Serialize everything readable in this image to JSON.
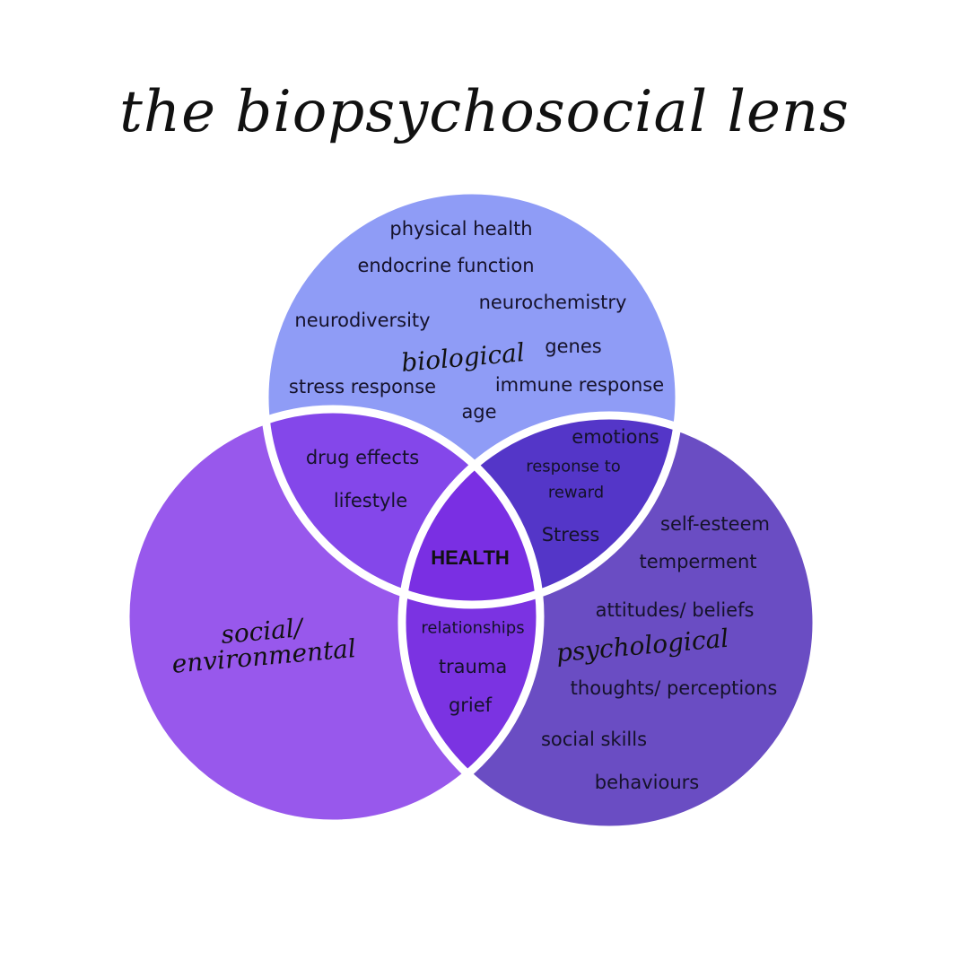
{
  "title": "the biopsychosocial lens",
  "colors": {
    "biological": "#8f9cf6",
    "social": "#9858ec",
    "psychological": "#6a4dc3",
    "bio_social": "#8447ea",
    "bio_psych": "#5436c8",
    "social_psych": "#7b33e2",
    "center": "#7a2fe3",
    "outline": "#ffffff"
  },
  "circles": {
    "biological": {
      "label": "biological",
      "items": [
        "physical health",
        "endocrine function",
        "neurochemistry",
        "neurodiversity",
        "genes",
        "stress response",
        "immune response",
        "age"
      ]
    },
    "social": {
      "label_line1": "social/",
      "label_line2": "environmental"
    },
    "psychological": {
      "label": "psychological",
      "items": [
        "self-esteem",
        "temperment",
        "attitudes/ beliefs",
        "thoughts/ perceptions",
        "social skills",
        "behaviours"
      ]
    }
  },
  "overlaps": {
    "bio_social": [
      "drug effects",
      "lifestyle"
    ],
    "bio_psych": [
      "emotions",
      "response to",
      "reward",
      "Stress"
    ],
    "social_psych": [
      "relationships",
      "trauma",
      "grief"
    ],
    "center": "HEALTH"
  }
}
